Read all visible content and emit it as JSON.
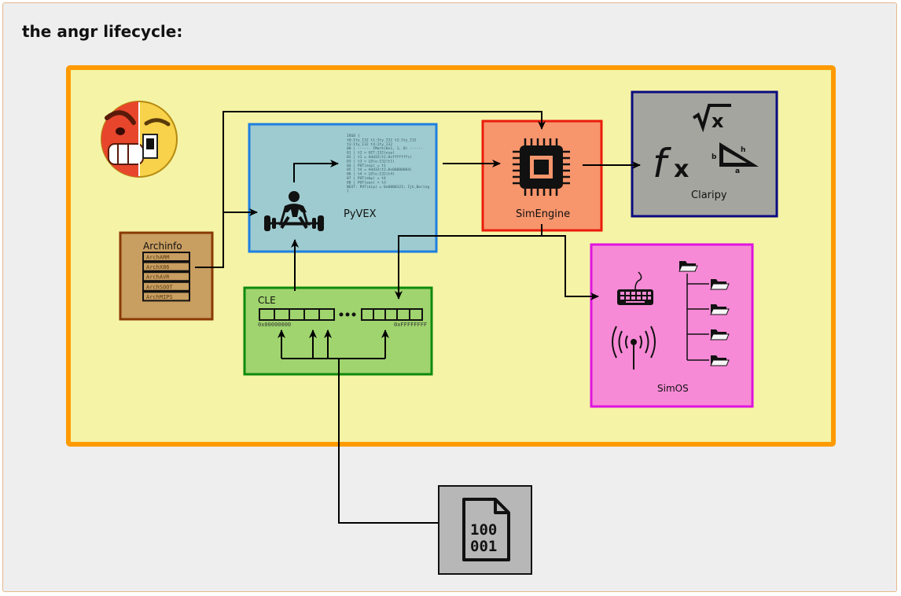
{
  "title": "the angr lifecycle:",
  "colors": {
    "outer_fill": "#f5f3a5",
    "outer_border": "#ff9a00",
    "pyvex_fill": "#9ecbcf",
    "pyvex_border": "#1e7fe0",
    "simengine_fill": "#f7956c",
    "simengine_border": "#ea1c0c",
    "claripy_fill": "#a5a5a0",
    "claripy_border": "#0a0a80",
    "archinfo_fill": "#c89e61",
    "archinfo_border": "#8a3a05",
    "cle_fill": "#a0d46e",
    "cle_border": "#0d8a0d",
    "simos_fill": "#f78ad6",
    "simos_border": "#e014e0",
    "binary_fill": "#b7b7b7"
  },
  "blocks": {
    "pyvex": "PyVEX",
    "simengine": "SimEngine",
    "claripy": "Claripy",
    "archinfo": "Archinfo",
    "cle": "CLE",
    "simos": "SimOS"
  },
  "arch_list": [
    "ArchARM",
    "ArchX86",
    "ArchAVR",
    "ArchSOOT",
    "ArchMIPS"
  ],
  "cle_addresses": {
    "start": "0x00000000",
    "end": "0xFFFFFFFF"
  },
  "binary_bits": [
    "100",
    "001"
  ],
  "vex_code": [
    "IRSB {",
    "  t0:Ity_I32 t1:Ity_I32 t2:Ity_I32",
    "  t3:Ity_I32 t4:Ity_I32",
    "  00 | ------ IMark(0x1, 1, 0) ------",
    "  01 | t2 = GET:I32(esp)",
    "  02 | t1 = Add32(t2,0xfffffffc)",
    "  03 | t3 = LDle:I32(t1)",
    "  04 | PUT(esp) = t1",
    "  05 | t4 = Add32(t2,0x00000004)",
    "  06 | t4 = LDle:I32(t4)",
    "  07 | PUT(ebp) = t4",
    "  08 | PUT(eax) = t3",
    "  NEXT: PUT(eip) = 0x0000123; Ijk_Boring",
    "}"
  ]
}
